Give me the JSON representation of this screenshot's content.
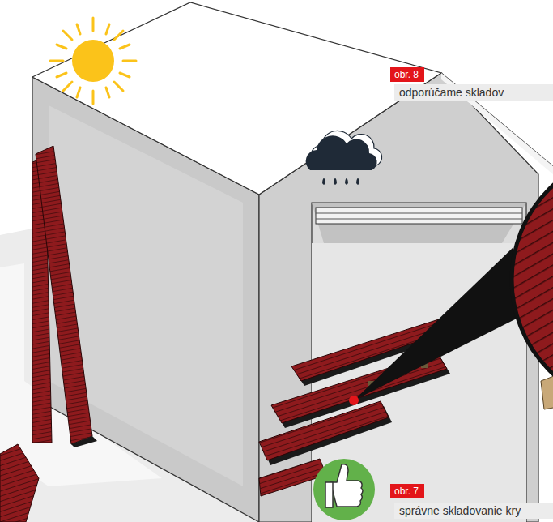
{
  "diagram": {
    "nodes": [
      {
        "text": [
          "obr. 8"
        ]
      },
      {
        "text": [
          "odporúčame skladov"
        ]
      },
      {
        "text": [
          "obr. 7"
        ]
      },
      {
        "text": [
          "správne skladovanie kry"
        ]
      }
    ]
  }
}
